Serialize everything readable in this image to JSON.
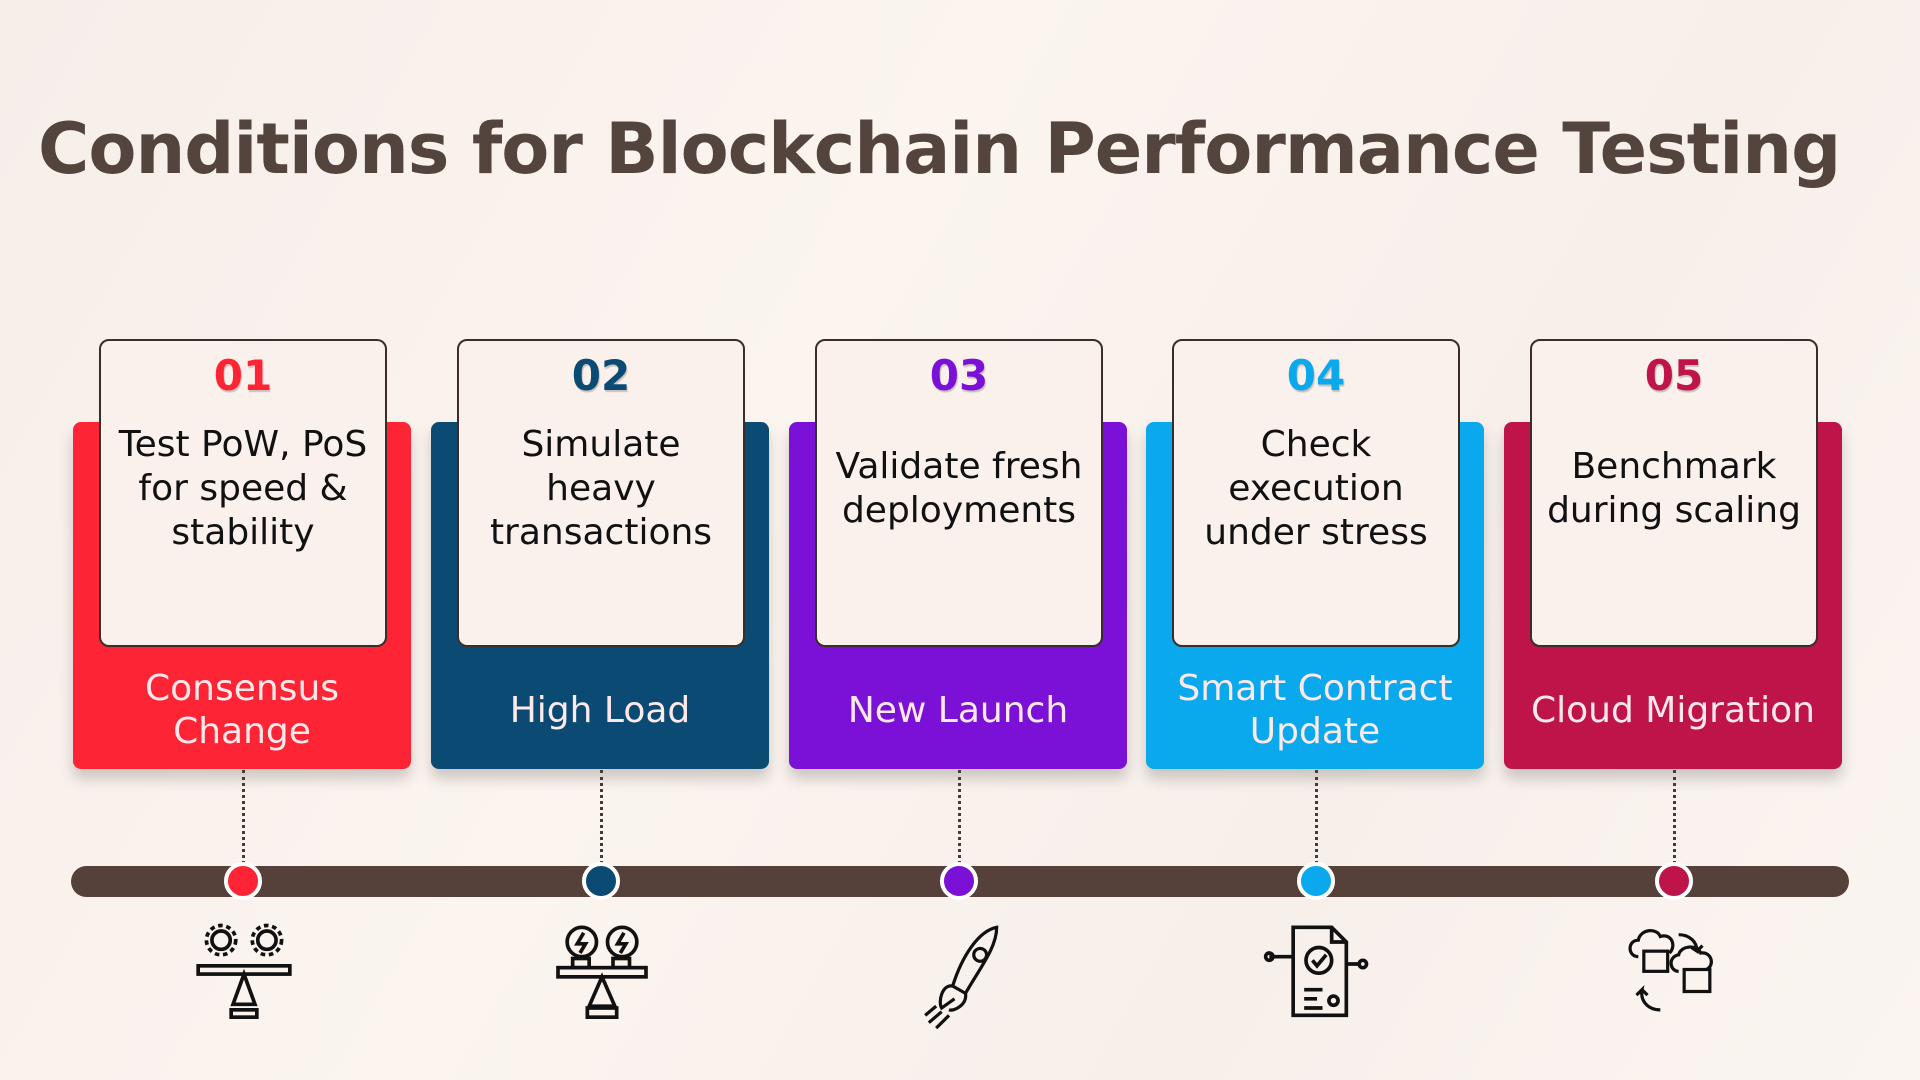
{
  "title": {
    "regular": "Conditions for Blockchain ",
    "bold": "Performance Testing"
  },
  "timeline_color": "#55403a",
  "steps": [
    {
      "number": "01",
      "description": "Test PoW, PoS for speed & stability",
      "label": "Consensus Change",
      "color": "#fd2535",
      "icon": "gears-balance-icon"
    },
    {
      "number": "02",
      "description": "Simulate heavy transactions",
      "label": "High Load",
      "color": "#0b4a73",
      "icon": "power-balance-icon"
    },
    {
      "number": "03",
      "description": "Validate fresh deployments",
      "label": "New Launch",
      "color": "#7b10d6",
      "icon": "rocket-icon"
    },
    {
      "number": "04",
      "description": "Check execution under stress",
      "label": "Smart Contract Update",
      "color": "#0aa8ec",
      "icon": "contract-check-icon"
    },
    {
      "number": "05",
      "description": "Benchmark during scaling",
      "label": "Cloud Migration",
      "color": "#be1449",
      "icon": "cloud-sync-icon"
    }
  ]
}
